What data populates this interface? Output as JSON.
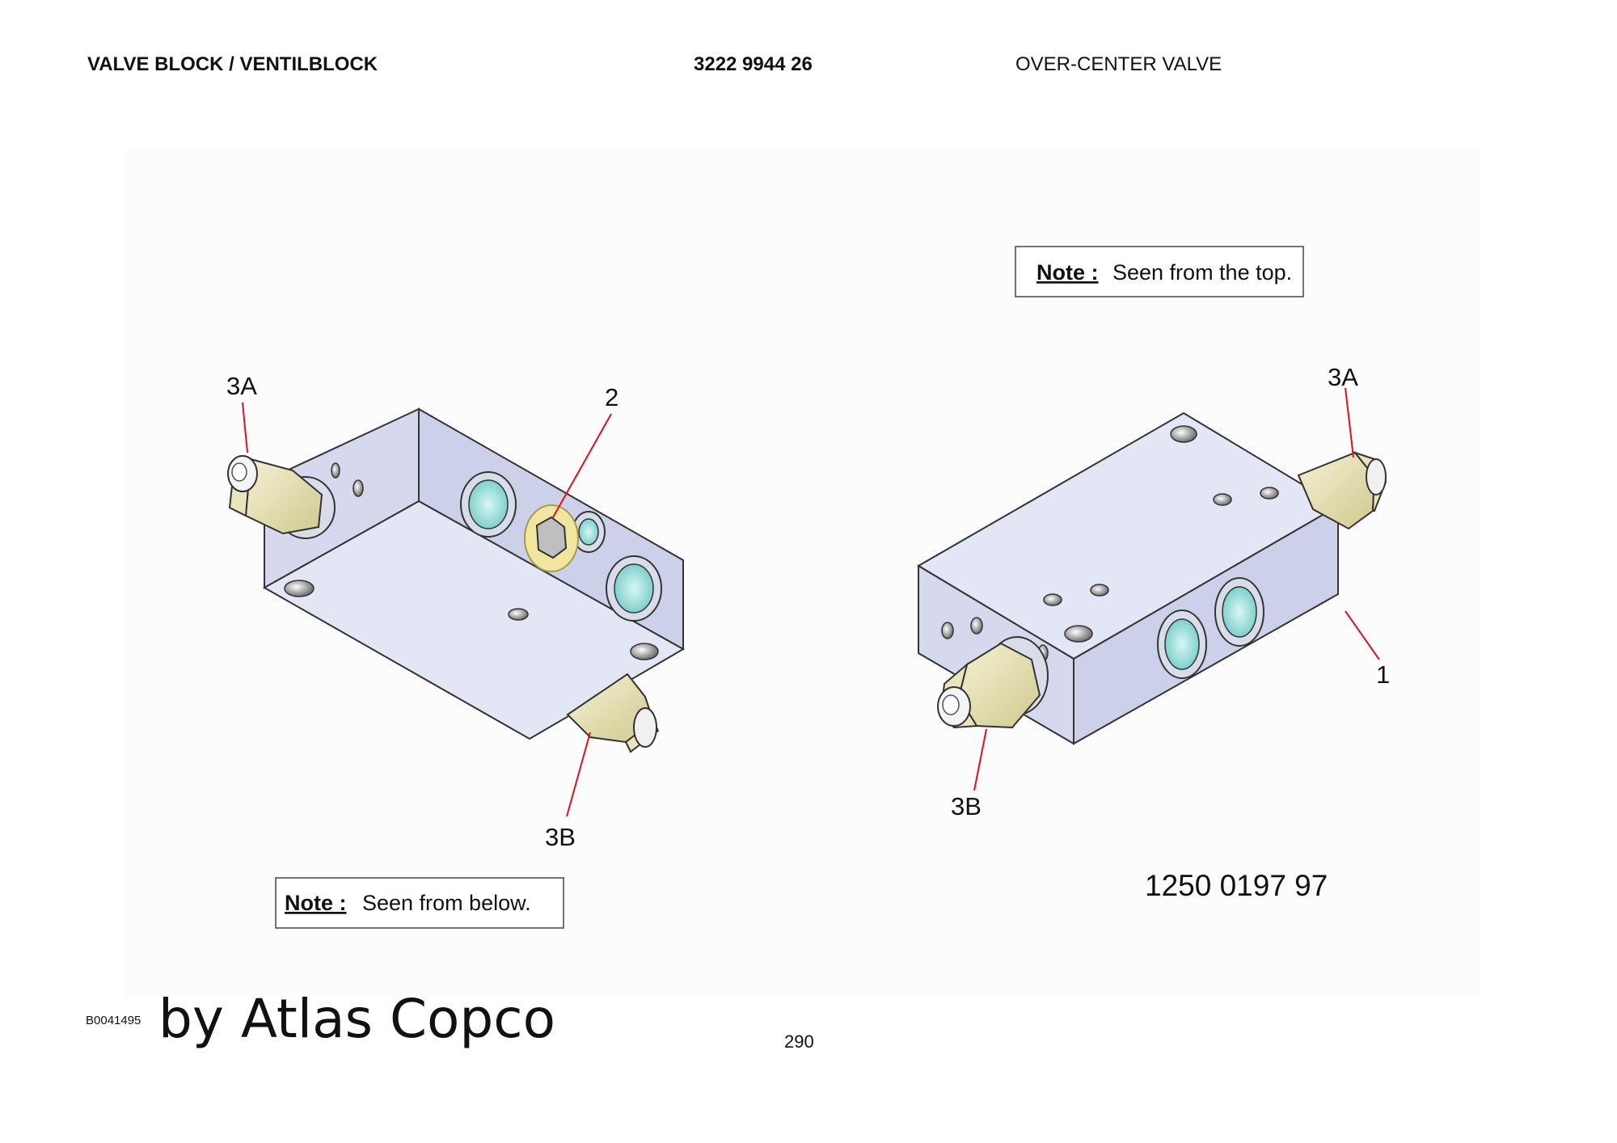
{
  "header": {
    "title": "VALVE BLOCK / VENTILBLOCK",
    "part_number": "3222 9944 26",
    "description": "OVER-CENTER VALVE"
  },
  "figure": {
    "left_view": {
      "callouts": [
        "3A",
        "2",
        "3B"
      ],
      "note_label": "Note :",
      "note_text": "Seen from below."
    },
    "right_view": {
      "callouts": [
        "3A",
        "1",
        "3B"
      ],
      "note_label": "Note :",
      "note_text": "Seen from the top.",
      "part_number": "1250 0197 97"
    }
  },
  "footer": {
    "figure_code": "B0041495",
    "brand": "by Atlas Copco",
    "page_number": "290"
  },
  "colors": {
    "block_face": "#e3e6f4",
    "block_side": "#cfd3ea",
    "fitting": "#e9e4bb",
    "port_thread": "#a8e6e3",
    "leader_line": "#e0101c"
  }
}
